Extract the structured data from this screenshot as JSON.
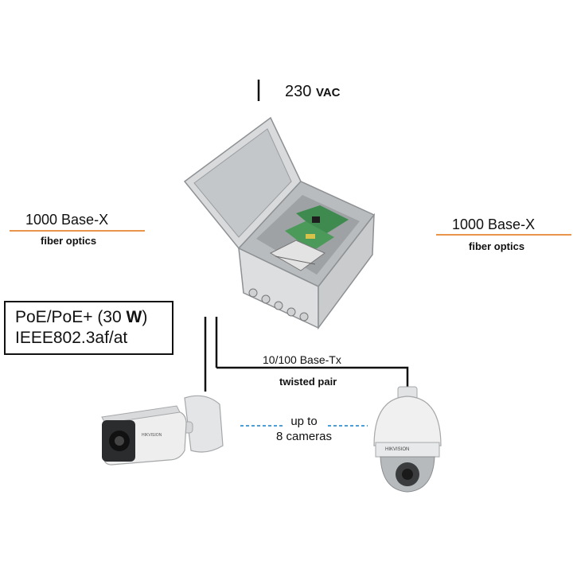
{
  "power": {
    "value": "230",
    "unit": "VAC"
  },
  "fiber_left": {
    "label": "1000 Base-X",
    "sub": "fiber optics"
  },
  "fiber_right": {
    "label": "1000 Base-X",
    "sub": "fiber optics"
  },
  "poe_box": {
    "line1_pre": "PoE/PoE+ (30 ",
    "line1_bold": "W",
    "line1_post": ")",
    "line2": "IEEE802.3af/at"
  },
  "link": {
    "label": "10/100 Base-Tx",
    "sub": "twisted pair"
  },
  "cameras": {
    "line1": "up to",
    "line2": "8 cameras"
  },
  "brand": "HIKVISION",
  "colors": {
    "fiber": "#e8944a",
    "dash": "#4a9fd8",
    "wire": "#111111"
  }
}
